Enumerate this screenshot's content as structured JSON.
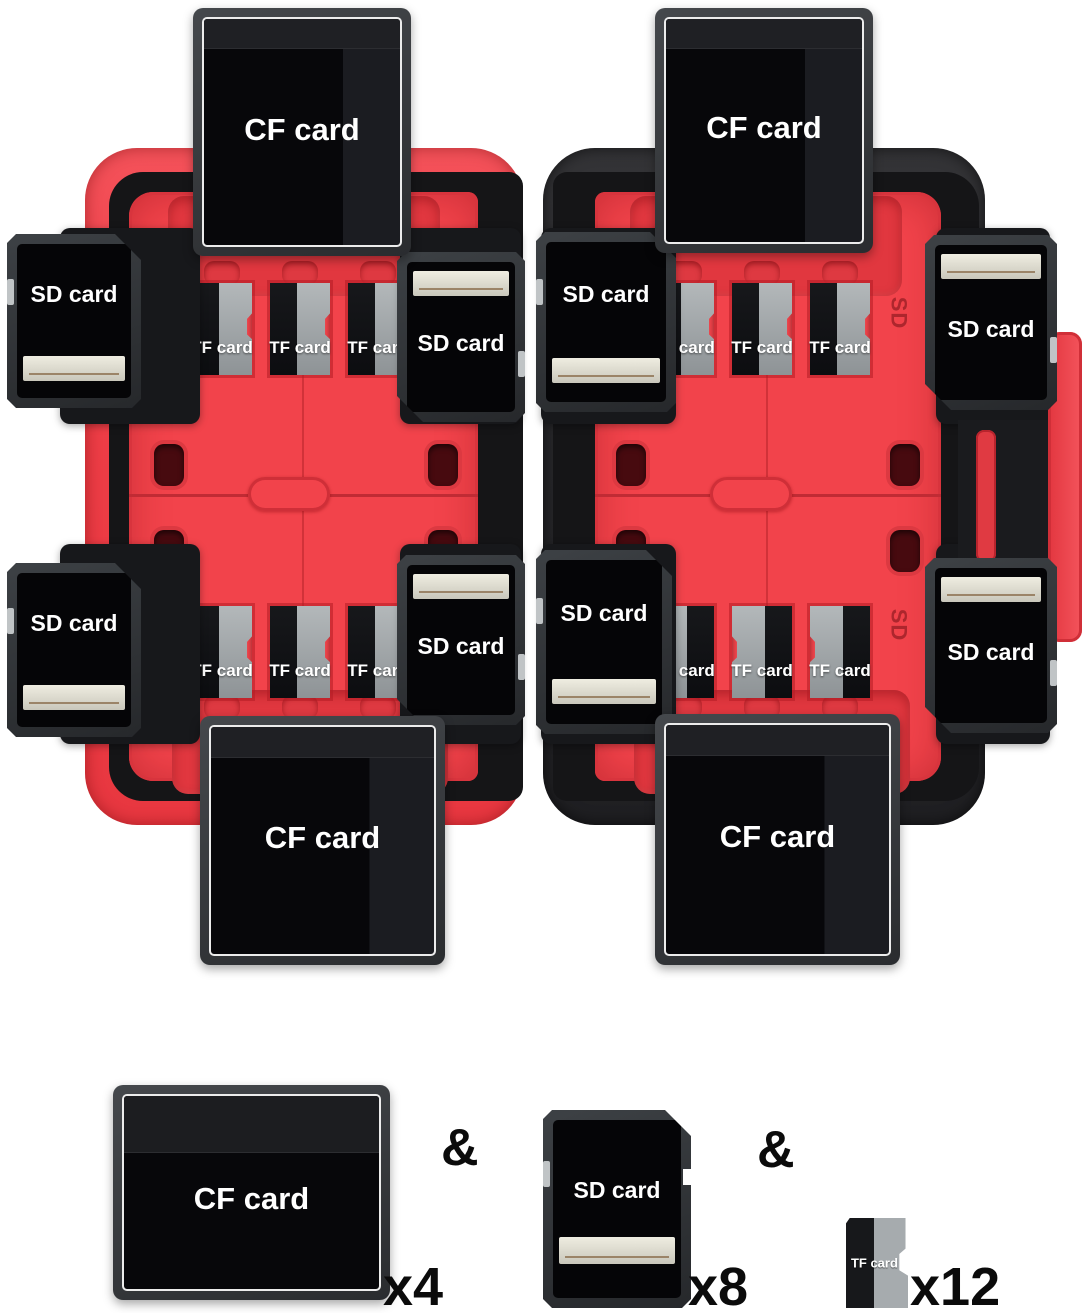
{
  "product": {
    "description": "Two memory card storage cases shown open with inserted cards",
    "cases": [
      {
        "name": "red case",
        "shell_color": "#ee3e47",
        "interior_color": "#f2434b"
      },
      {
        "name": "black case",
        "shell_color": "#28282b",
        "interior_color": "#f2434b"
      }
    ]
  },
  "labels": {
    "cf": "CF card",
    "sd": "SD card",
    "tf": "TF card",
    "embossed_sd": "SD"
  },
  "legend": {
    "amp": "&",
    "cf_count": "x4",
    "sd_count": "x8",
    "tf_count": "x12"
  },
  "colors": {
    "background": "#ffffff",
    "case_red": "#ee3e47",
    "interior_red": "#f2434b",
    "recess_red": "#e1373f",
    "case_black": "#28282b",
    "card_black": "#050507",
    "card_frame_gray": "#3d4145",
    "contact_stripe": "#e6e4d8",
    "tf_gray": "#a6abae",
    "text_white": "#ffffff",
    "text_black": "#0b0b0b"
  }
}
